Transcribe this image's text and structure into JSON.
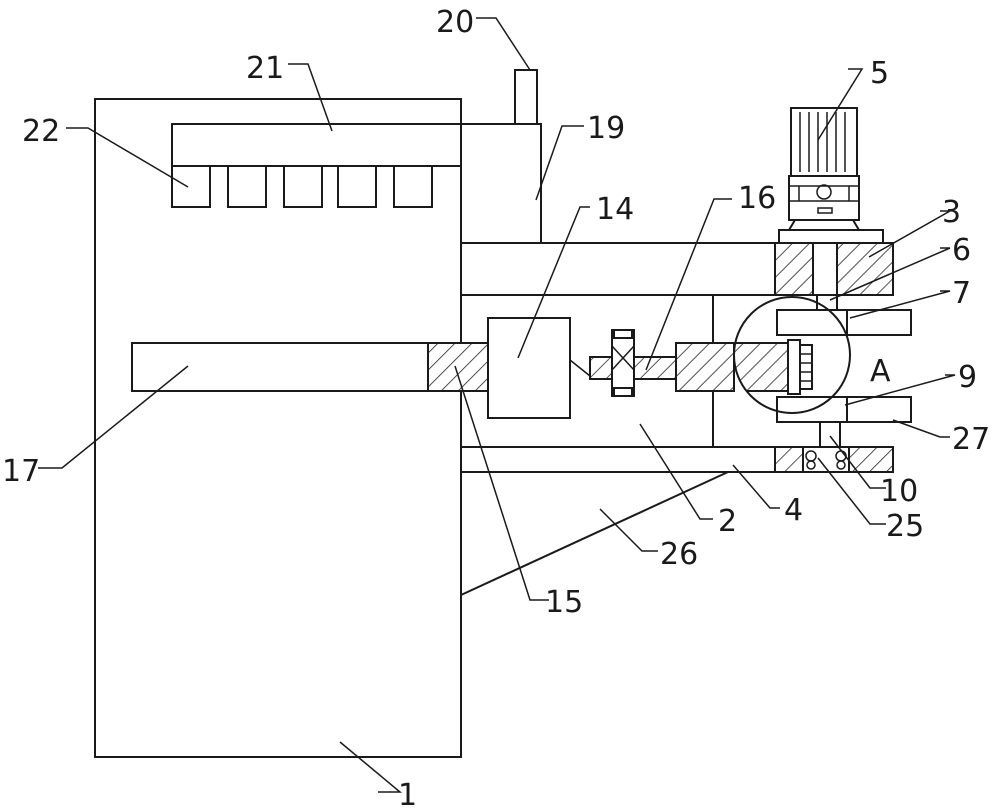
{
  "labels": {
    "n1": "1",
    "n2": "2",
    "n3": "3",
    "n4": "4",
    "n5": "5",
    "n6": "6",
    "n7": "7",
    "n9": "9",
    "n10": "10",
    "n14": "14",
    "n15": "15",
    "n16": "16",
    "n17": "17",
    "n19": "19",
    "n20": "20",
    "n21": "21",
    "n22": "22",
    "n25": "25",
    "n26": "26",
    "n27": "27",
    "nA": "A"
  }
}
